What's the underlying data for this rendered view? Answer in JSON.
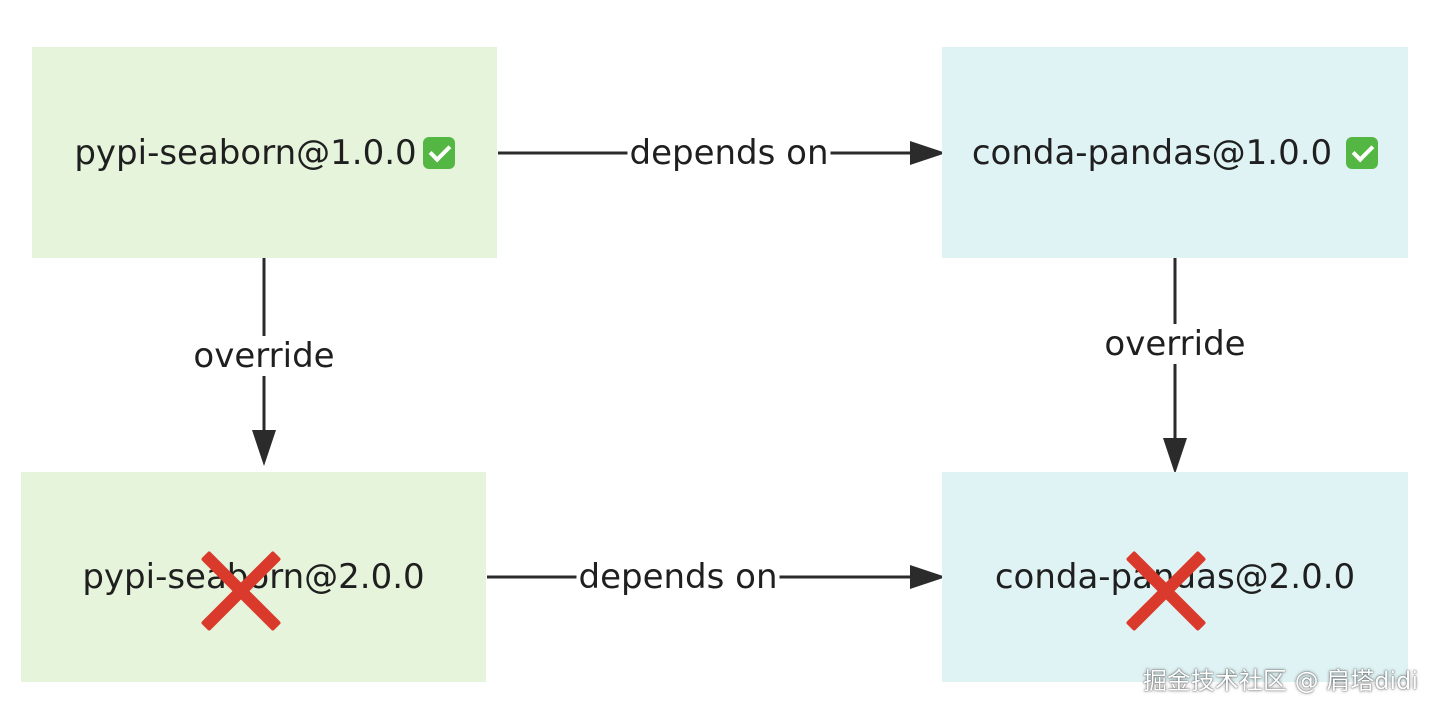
{
  "nodes": {
    "pypi_seaborn_1": {
      "label": "pypi-seaborn@1.0.0",
      "status": "ok",
      "status_icon": "check-icon"
    },
    "conda_pandas_1": {
      "label": "conda-pandas@1.0.0",
      "status": "ok",
      "status_icon": "check-icon"
    },
    "pypi_seaborn_2": {
      "label": "pypi-seaborn@2.0.0",
      "status": "rejected",
      "status_icon": "cross-icon"
    },
    "conda_pandas_2": {
      "label": "conda-pandas@2.0.0",
      "status": "rejected",
      "status_icon": "cross-icon"
    }
  },
  "edges": {
    "top_depends": {
      "label": "depends on",
      "from": "pypi_seaborn_1",
      "to": "conda_pandas_1"
    },
    "bottom_depends": {
      "label": "depends on",
      "from": "pypi_seaborn_2",
      "to": "conda_pandas_2"
    },
    "left_override": {
      "label": "override",
      "from": "pypi_seaborn_1",
      "to": "pypi_seaborn_2"
    },
    "right_override": {
      "label": "override",
      "from": "conda_pandas_1",
      "to": "conda_pandas_2"
    }
  },
  "colors": {
    "pypi_fill": "#e6f4dc",
    "conda_fill": "#e0f3f4",
    "edge": "#2b2b2b",
    "check": "#55b743",
    "cross": "#d93a2b"
  },
  "watermark": "掘金技术社区 @ 肩塔didi"
}
